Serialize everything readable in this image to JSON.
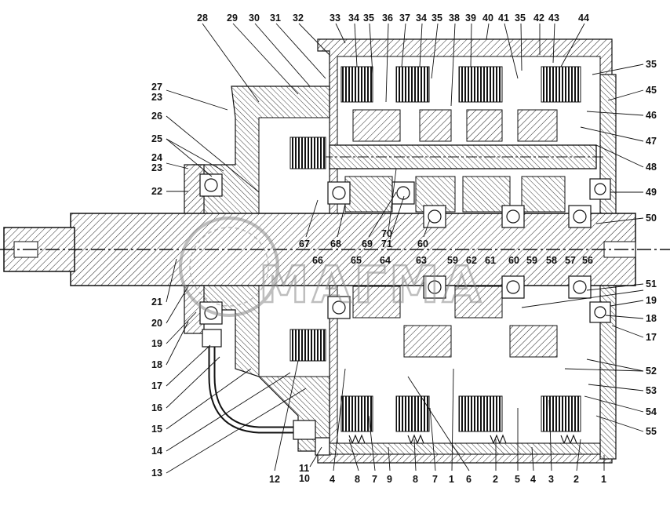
{
  "watermark": {
    "text": "МАГМА"
  },
  "colors": {
    "ink": "#111111",
    "hatch": "#222222",
    "body_fill": "#f4f4f4",
    "watermark": "#8a8a8a"
  },
  "callouts": {
    "top": [
      "28",
      "29",
      "30",
      "31",
      "32",
      "33",
      "34",
      "35",
      "36",
      "37",
      "34",
      "35",
      "38",
      "39",
      "40",
      "41",
      "35",
      "42",
      "43",
      "44"
    ],
    "right": [
      "35",
      "45",
      "46",
      "47",
      "48",
      "49",
      "50",
      "51",
      "19",
      "18",
      "17",
      "52",
      "53",
      "54",
      "55"
    ],
    "left": [
      "27",
      "23",
      "26",
      "25",
      "24",
      "23",
      "22",
      "21",
      "20",
      "19",
      "18",
      "17",
      "16",
      "15",
      "14",
      "13"
    ],
    "bottom": [
      "12",
      "11",
      "10",
      "4",
      "8",
      "7",
      "9",
      "8",
      "7",
      "1",
      "6",
      "2",
      "5",
      "4",
      "3",
      "2",
      "1"
    ],
    "interior_upper": [
      "67",
      "68",
      "69",
      "70",
      "71",
      "60"
    ],
    "interior_lower": [
      "66",
      "65",
      "64",
      "63",
      "59",
      "62",
      "61",
      "60",
      "59",
      "58",
      "57",
      "56"
    ]
  }
}
